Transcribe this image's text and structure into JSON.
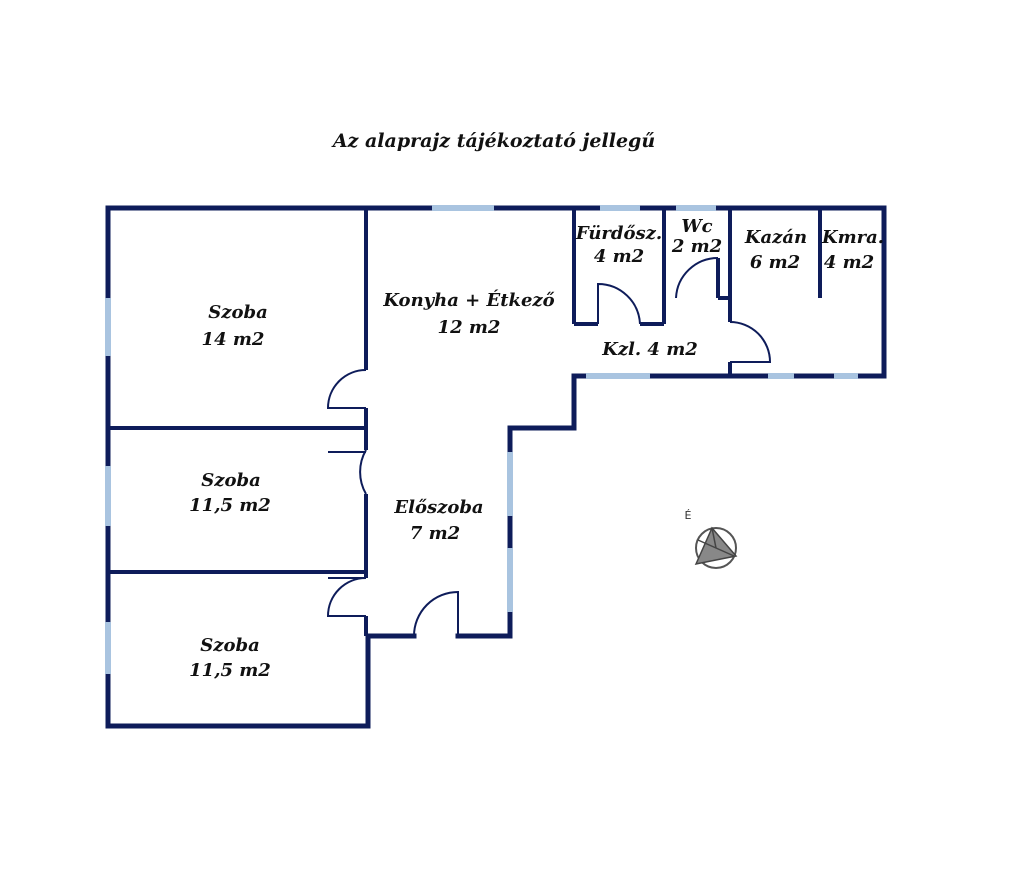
{
  "title": "Az alaprajz tájékoztató jellegű",
  "rooms": {
    "szoba1": {
      "name": "Szoba",
      "area": "14 m2"
    },
    "konyha": {
      "name": "Konyha + Étkező",
      "area": "12 m2"
    },
    "furdo": {
      "name": "Fürdősz.",
      "area": "4 m2"
    },
    "wc": {
      "name": "Wc",
      "area": "2 m2"
    },
    "kazan": {
      "name": "Kazán",
      "area": "6 m2"
    },
    "kamra": {
      "name": "Kmra.",
      "area": "4 m2"
    },
    "kozlekedo": {
      "label": "Kzl. 4 m2"
    },
    "szoba2": {
      "name": "Szoba",
      "area": "11,5 m2"
    },
    "eloszoba": {
      "name": "Előszoba",
      "area": "7 m2"
    },
    "szoba3": {
      "name": "Szoba",
      "area": "11,5 m2"
    }
  },
  "compass": {
    "label": "É"
  },
  "colors": {
    "wall": "#0e1c5a",
    "window": "#a9c4e0"
  }
}
